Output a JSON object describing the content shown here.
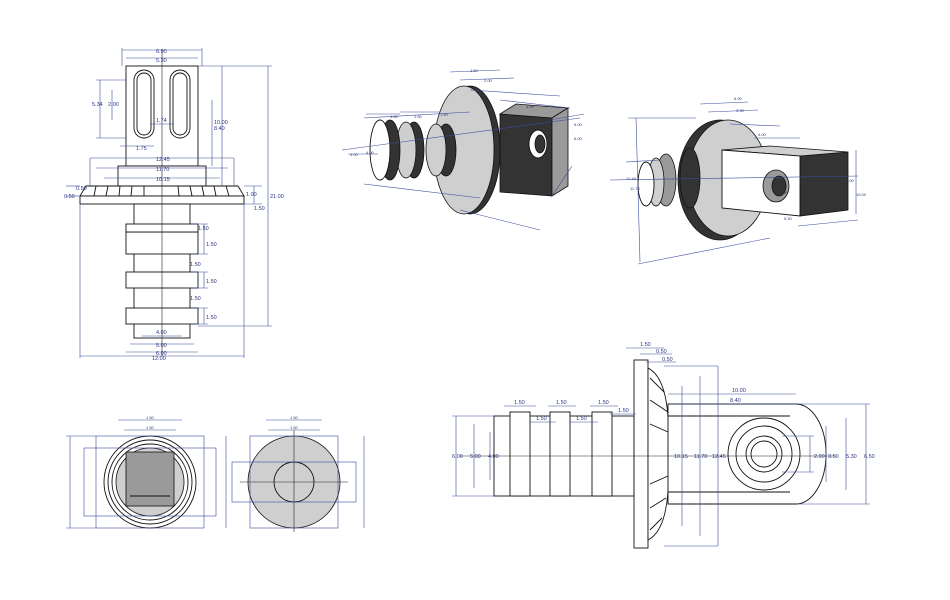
{
  "drawing": {
    "front_view": {
      "top": [
        "6.90",
        "5.30"
      ],
      "top_left": [
        "5.34",
        "2.00"
      ],
      "slot": "1.74",
      "bottom_left": "1.75",
      "right": [
        "10.00",
        "8.40"
      ],
      "flange": [
        "12.45",
        "11.70",
        "10.15"
      ],
      "flange_left": [
        "0.50",
        "0.50"
      ],
      "flange_right": [
        "1.00",
        "1.50"
      ],
      "overall": "21.00",
      "steps": [
        "1.50",
        "1.50",
        "1.50",
        "1.50",
        "1.50",
        "1.50"
      ],
      "bottom": [
        "4.00",
        "5.00",
        "6.00",
        "12.00"
      ]
    },
    "side_view": {
      "top": [
        "1.50",
        "0.50",
        "0.50"
      ],
      "grooves": [
        "1.50",
        "1.50",
        "1.50",
        "1.50",
        "1.50",
        "1.50"
      ],
      "length": [
        "10.00",
        "8.40"
      ],
      "left": [
        "6.00",
        "5.00",
        "4.00"
      ],
      "mid": [
        "10.15",
        "11.70",
        "12.45"
      ],
      "right": [
        "2.00",
        "3.50",
        "5.30",
        "6.50"
      ]
    },
    "iso1_labels": [
      "4.00",
      "4.00",
      "1.50",
      "1.50",
      "1.50",
      "1.50",
      "2.00",
      "4.00",
      "5.00",
      "6.00"
    ],
    "iso2_labels": [
      "6.90",
      "3.30",
      "4.00",
      "4.00",
      "10.00",
      "2.00",
      "12.45",
      "11.70",
      "5.30"
    ],
    "end_view_labels": [
      "1.50",
      "1.50",
      "1.50",
      "1.50"
    ]
  }
}
